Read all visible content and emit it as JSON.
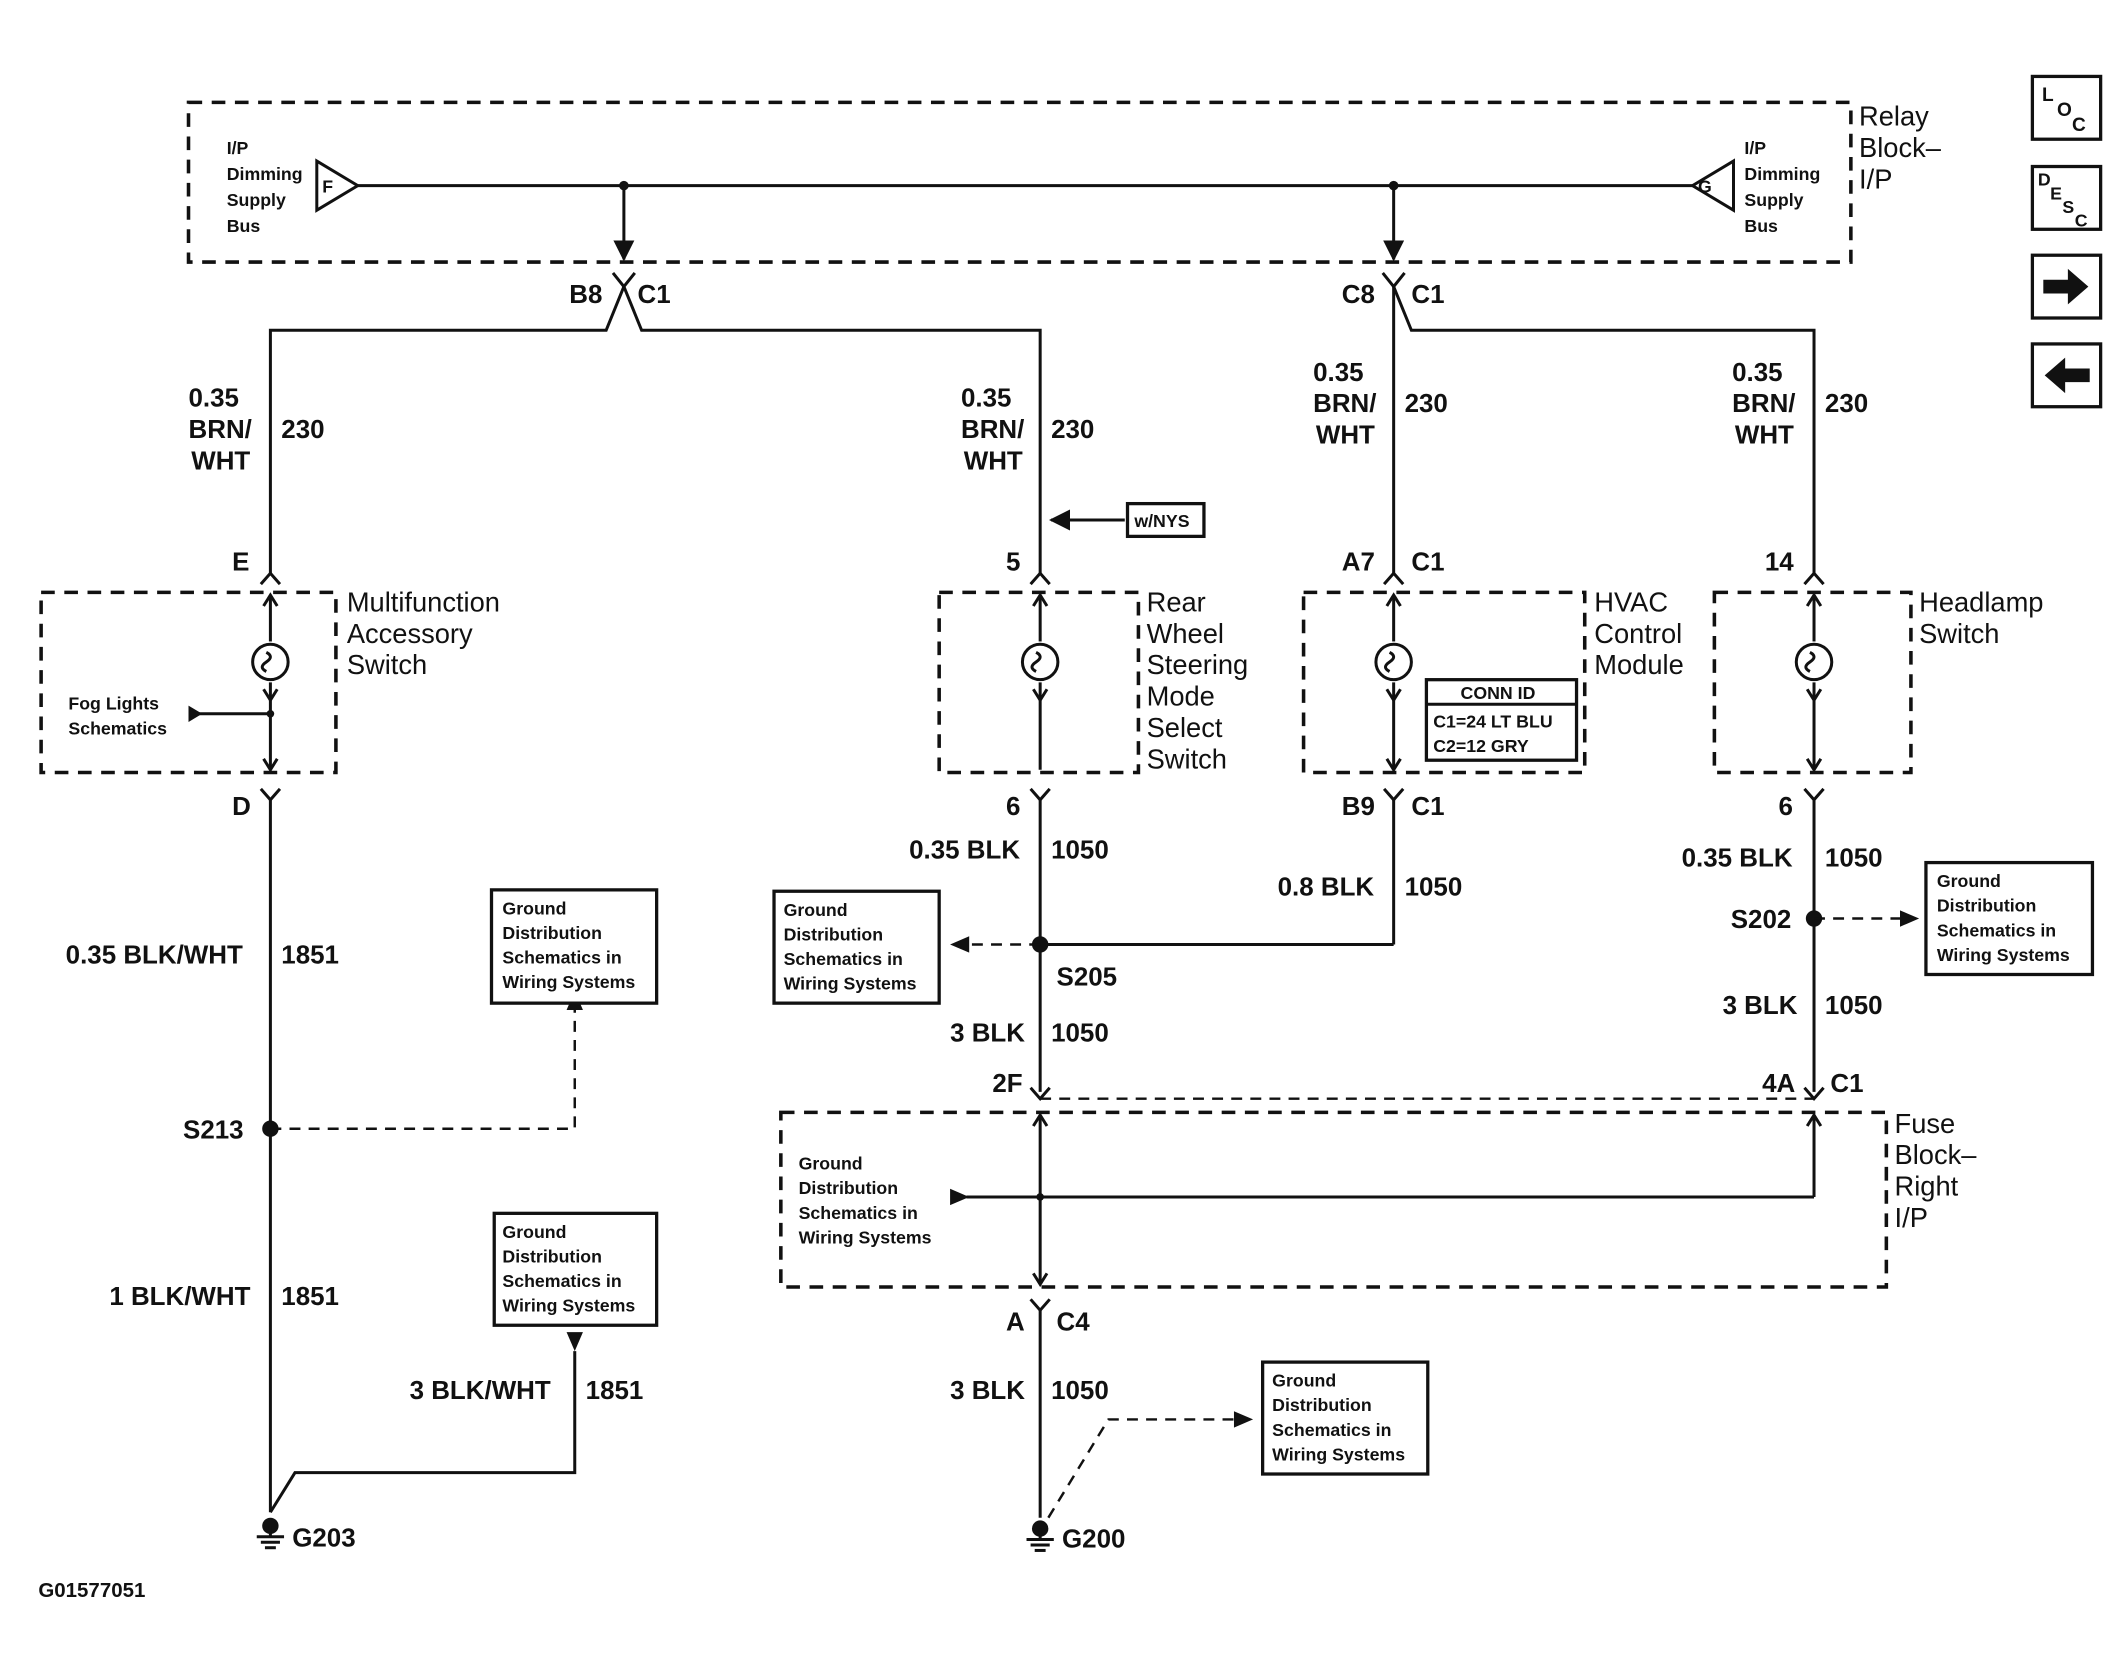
{
  "relay_block": {
    "title_lines": [
      "Relay",
      "Block–",
      "I/P"
    ],
    "left_bus_lines": [
      "I/P",
      "Dimming",
      "Supply",
      "Bus"
    ],
    "left_connector": "F",
    "right_bus_lines": [
      "I/P",
      "Dimming",
      "Supply",
      "Bus"
    ],
    "right_connector": "G"
  },
  "connectors": {
    "b8": "B8",
    "c1_b8": "C1",
    "c8": "C8",
    "c1_c8": "C1",
    "e": "E",
    "five": "5",
    "a7": "A7",
    "c1_a7": "C1",
    "fourteen": "14",
    "d": "D",
    "six_rws": "6",
    "b9": "B9",
    "c1_b9": "C1",
    "six_hl": "6",
    "twoF": "2F",
    "fourA": "4A",
    "c1_fourA": "C1",
    "a_c4": "A",
    "c4": "C4"
  },
  "wires": {
    "w1": {
      "lines": [
        "0.35",
        "BRN/",
        "WHT"
      ],
      "circuit": "230"
    },
    "w2": {
      "lines": [
        "0.35",
        "BRN/",
        "WHT"
      ],
      "circuit": "230"
    },
    "w3": {
      "lines": [
        "0.35",
        "BRN/",
        "WHT"
      ],
      "circuit": "230"
    },
    "w4": {
      "lines": [
        "0.35",
        "BRN/",
        "WHT"
      ],
      "circuit": "230"
    },
    "g1": {
      "gauge": "0.35 BLK/WHT",
      "circuit": "1851"
    },
    "g2": {
      "gauge": "1 BLK/WHT",
      "circuit": "1851"
    },
    "g3": {
      "gauge": "3 BLK/WHT",
      "circuit": "1851"
    },
    "r1": {
      "gauge": "0.35 BLK",
      "circuit": "1050"
    },
    "r2": {
      "gauge": "3 BLK",
      "circuit": "1050"
    },
    "r3": {
      "gauge": "3 BLK",
      "circuit": "1050"
    },
    "h1": {
      "gauge": "0.8 BLK",
      "circuit": "1050"
    },
    "l1": {
      "gauge": "0.35 BLK",
      "circuit": "1050"
    },
    "l2": {
      "gauge": "3 BLK",
      "circuit": "1050"
    }
  },
  "option_tag": "w/NYS",
  "components": {
    "mfa_lines": [
      "Multifunction",
      "Accessory",
      "Switch"
    ],
    "fog_lines": [
      "Fog Lights",
      "Schematics"
    ],
    "rws_lines": [
      "Rear",
      "Wheel",
      "Steering",
      "Mode",
      "Select",
      "Switch"
    ],
    "hvac_lines": [
      "HVAC",
      "Control",
      "Module"
    ],
    "head_lines": [
      "Headlamp",
      "Switch"
    ],
    "fuse_lines": [
      "Fuse",
      "Block–",
      "Right",
      "I/P"
    ]
  },
  "conn_id": {
    "title": "CONN ID",
    "c1": "C1=24 LT BLU",
    "c2": "C2=12 GRY"
  },
  "ground_ref_lines": [
    "Ground",
    "Distribution",
    "Schematics in",
    "Wiring Systems"
  ],
  "splices": {
    "s213": "S213",
    "s205": "S205",
    "s202": "S202"
  },
  "grounds": {
    "g203": "G203",
    "g200": "G200"
  },
  "figure_id": "G01577051",
  "nav": {
    "loc": {
      "l": "L",
      "o": "O",
      "c": "C"
    },
    "desc": {
      "d": "D",
      "e": "E",
      "s": "S",
      "c": "C"
    }
  }
}
